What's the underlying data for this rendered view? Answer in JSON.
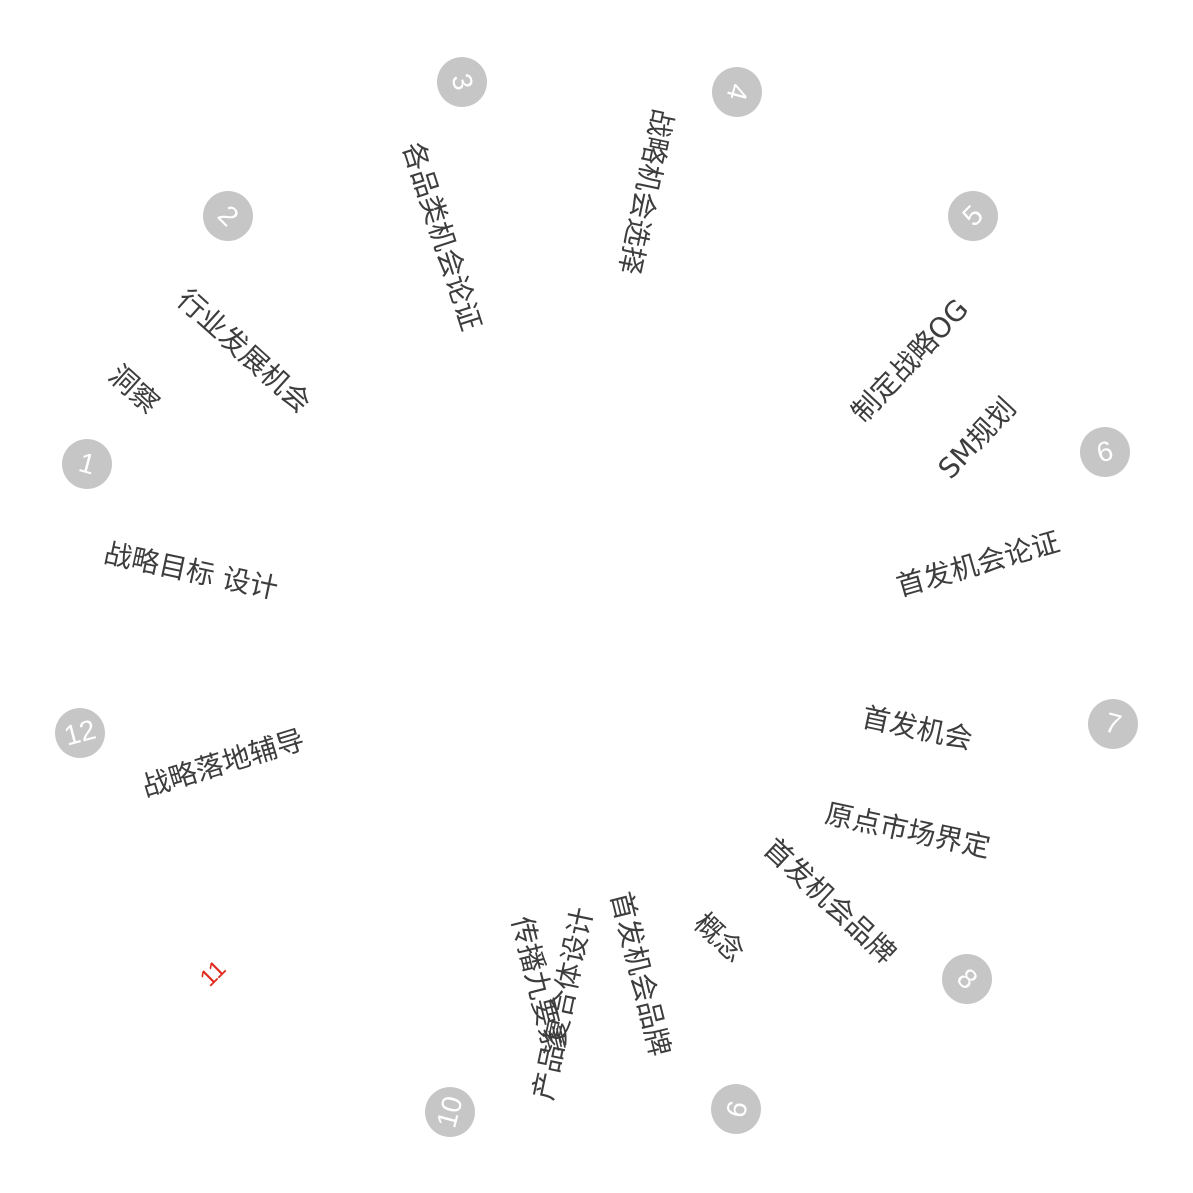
{
  "steps": [
    {
      "number": "1",
      "lines": [
        "战略目标 设计"
      ]
    },
    {
      "number": "2",
      "lines": [
        "行业发展机会",
        "洞察"
      ]
    },
    {
      "number": "3",
      "lines": [
        "各品类机会论证"
      ]
    },
    {
      "number": "4",
      "lines": [
        "战略机会选择"
      ]
    },
    {
      "number": "5",
      "lines": [
        "制定战略OG",
        "SM规划"
      ]
    },
    {
      "number": "6",
      "lines": [
        "首发机会论证"
      ]
    },
    {
      "number": "7",
      "lines": [
        "首发机会",
        "原点市场界定"
      ]
    },
    {
      "number": "8",
      "lines": [
        "首发机会品牌",
        "概念"
      ]
    },
    {
      "number": "9",
      "lines": [
        "首发机会品牌",
        "传播九要素"
      ]
    },
    {
      "number": "10",
      "lines": [
        "产品复合体设计"
      ]
    },
    {
      "number": "11",
      "lines": []
    },
    {
      "number": "12",
      "lines": [
        "战略落地辅导"
      ]
    }
  ],
  "colors": {
    "badge": "#c6c6c6",
    "text": "#3d3d3d",
    "highlight": "#e02a1e"
  }
}
